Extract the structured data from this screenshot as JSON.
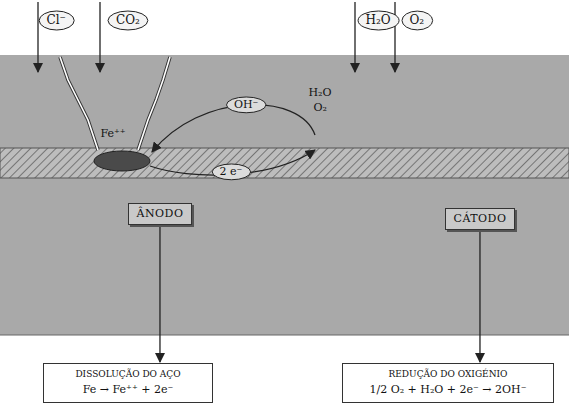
{
  "diagram": {
    "nodes": [
      {
        "text": [
          "Cl⁻"
        ]
      },
      {
        "text": [
          "CO₂"
        ]
      },
      {
        "text": [
          "H₂O"
        ]
      },
      {
        "text": [
          "O₂"
        ]
      },
      {
        "text": [
          "OH⁻"
        ]
      },
      {
        "text": [
          "2 e⁻"
        ]
      },
      {
        "text": [
          "ÂNODO"
        ]
      },
      {
        "text": [
          "CÁTODO"
        ]
      },
      {
        "text": [
          "DISSOLUÇÃO DO AÇO",
          "Fe → Fe⁺⁺ + 2e⁻"
        ]
      },
      {
        "text": [
          "REDUÇÃO DO OXIGÉNIO",
          "1/2 O₂ + H₂O + 2e⁻ → 2OH⁻"
        ]
      }
    ],
    "edges": [
      {
        "from": 6,
        "to": 8,
        "arrow": "to"
      },
      {
        "from": 7,
        "to": 9,
        "arrow": "to"
      }
    ],
    "labels": [
      "Fe⁺⁺",
      "H₂O",
      "O₂"
    ]
  }
}
